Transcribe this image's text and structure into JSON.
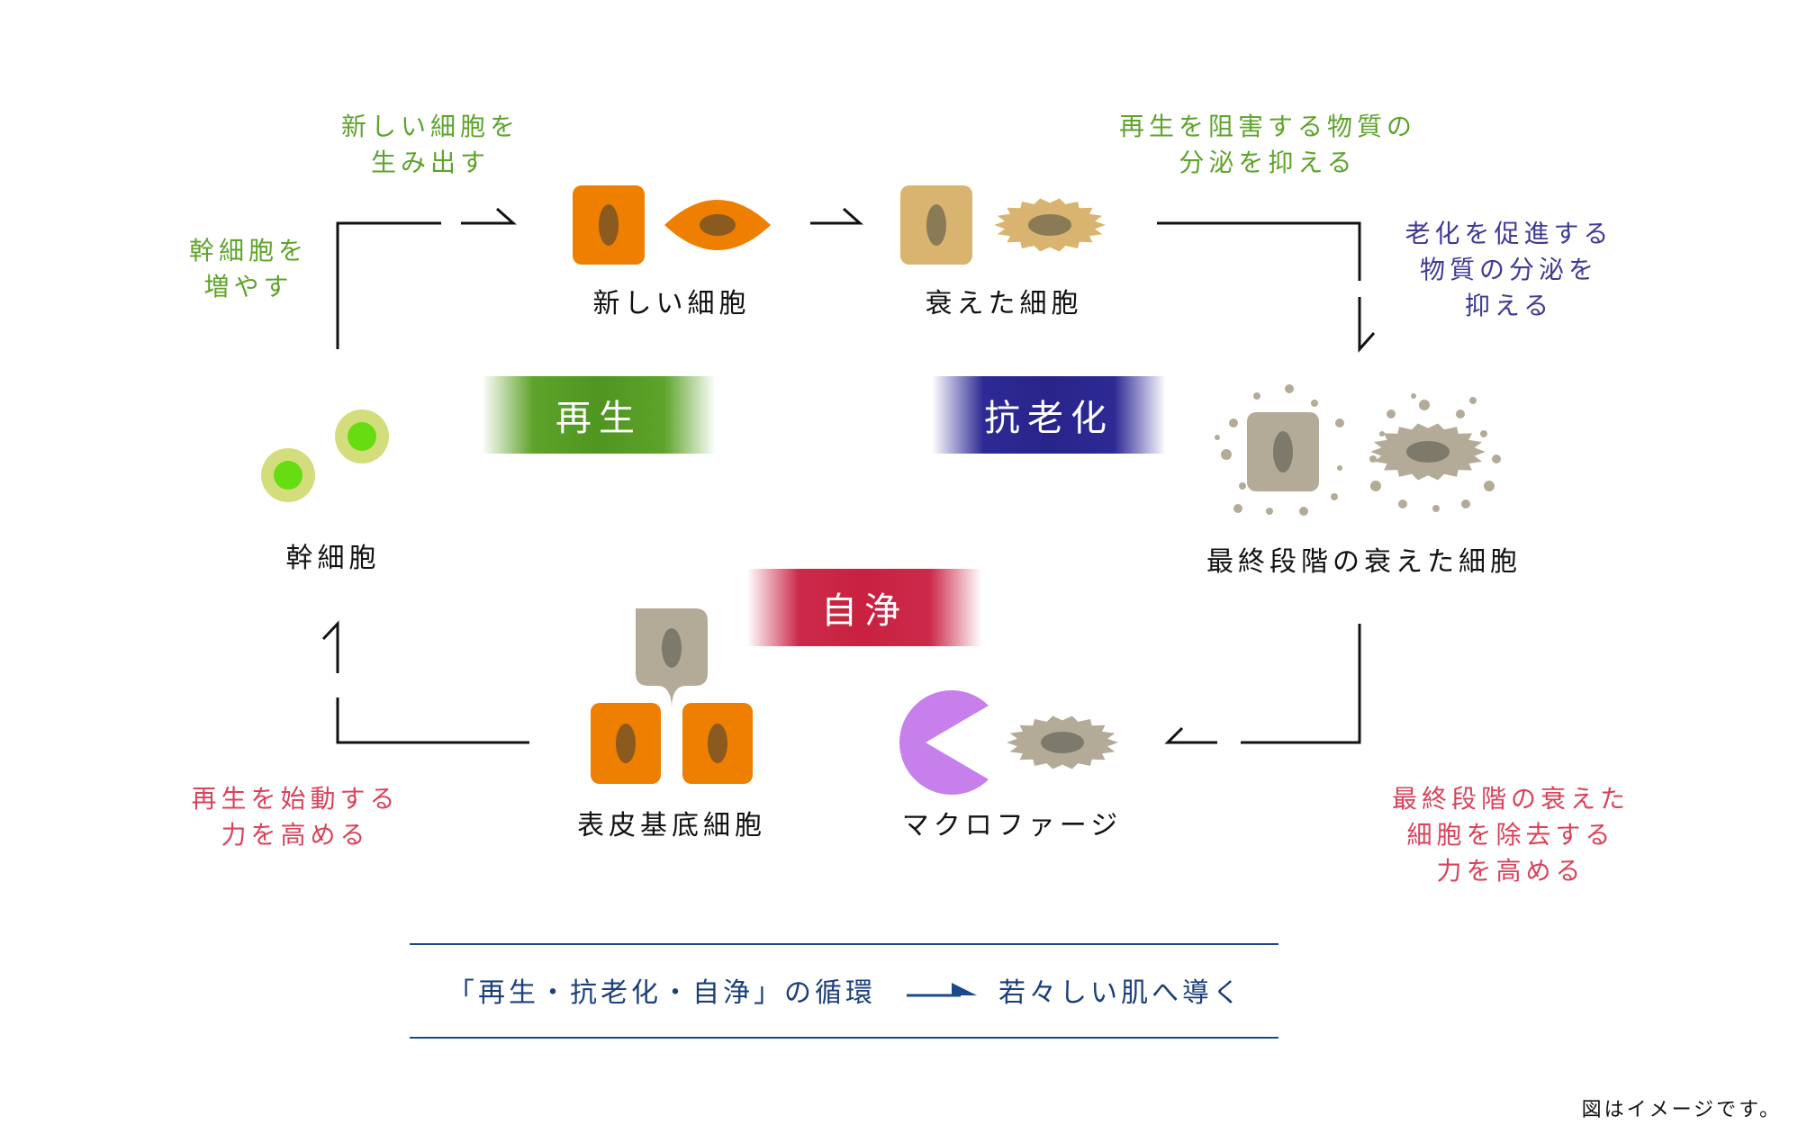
{
  "nodes": {
    "stem": "幹細胞",
    "new_cell": "新しい細胞",
    "aged_cell": "衰えた細胞",
    "final_aged_cell": "最終段階の衰えた細胞",
    "macrophage": "マクロファージ",
    "basal_cell": "表皮基底細胞"
  },
  "bands": {
    "regeneration": "再生",
    "anti_aging": "抗老化",
    "self_cleaning": "自浄"
  },
  "notes": {
    "increase_stem": [
      "幹細胞を",
      "増やす"
    ],
    "produce_new": [
      "新しい細胞を",
      "生み出す"
    ],
    "suppress_inhibit": [
      "再生を阻害する物質の",
      "分泌を抑える"
    ],
    "suppress_aging": [
      "老化を促進する",
      "物質の分泌を",
      "抑える"
    ],
    "remove_final": [
      "最終段階の衰えた",
      "細胞を除去する",
      "力を高める"
    ],
    "start_regen": [
      "再生を始動する",
      "力を高める"
    ]
  },
  "footer": {
    "left": "「再生・抗老化・自浄」の循環",
    "right": "若々しい肌へ導く"
  },
  "caption": "図はイメージです。",
  "colors": {
    "regeneration": "#5ea32a",
    "anti_aging": "#2e2a95",
    "self_cleaning": "#cc2a4b",
    "new_cell": "#ee7f00",
    "aged_cell": "#d9b470",
    "final_cell": "#b3ab98",
    "macrophage": "#c77fec",
    "stem_outer": "#d4dd7c",
    "stem_inner": "#66dd11",
    "footer": "#1b4a8a"
  }
}
